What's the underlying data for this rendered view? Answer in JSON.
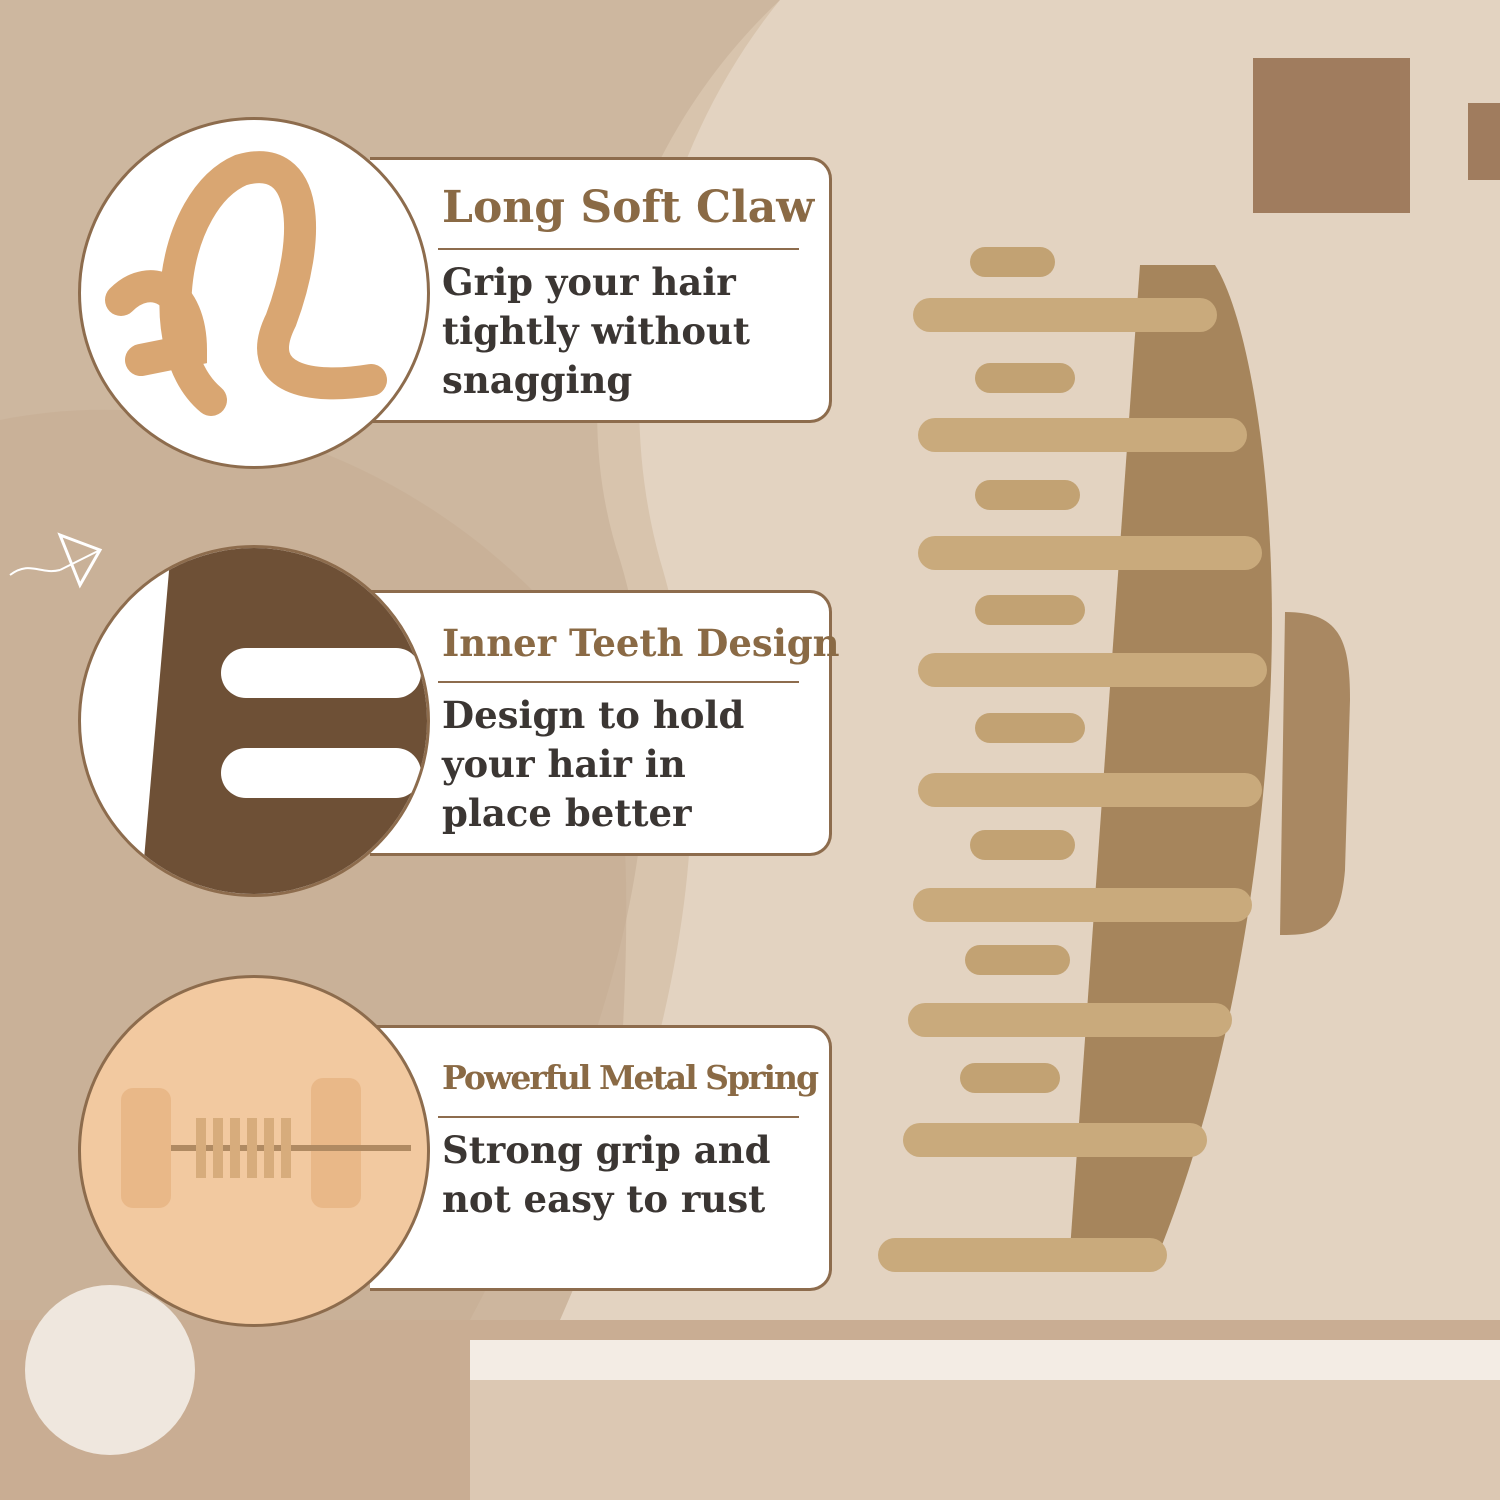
{
  "features": [
    {
      "title": "Long Soft Claw",
      "body": "Grip your hair\ntightly without\nsnagging"
    },
    {
      "title": "Inner Teeth Design",
      "body": "Design to hold\nyour hair in\nplace better"
    },
    {
      "title": "Powerful Metal Spring",
      "body": "Strong grip and\nnot easy to rust"
    }
  ],
  "colors": {
    "background": "#d8c4ad",
    "accent": "#8d6c4d",
    "clip": "#c9aa7c",
    "inner_teeth": "#6e5036"
  },
  "icons": [
    "kite-icon",
    "hair-claw-clip-image",
    "claw-closeup-image",
    "inner-teeth-closeup-image",
    "spring-closeup-image"
  ]
}
